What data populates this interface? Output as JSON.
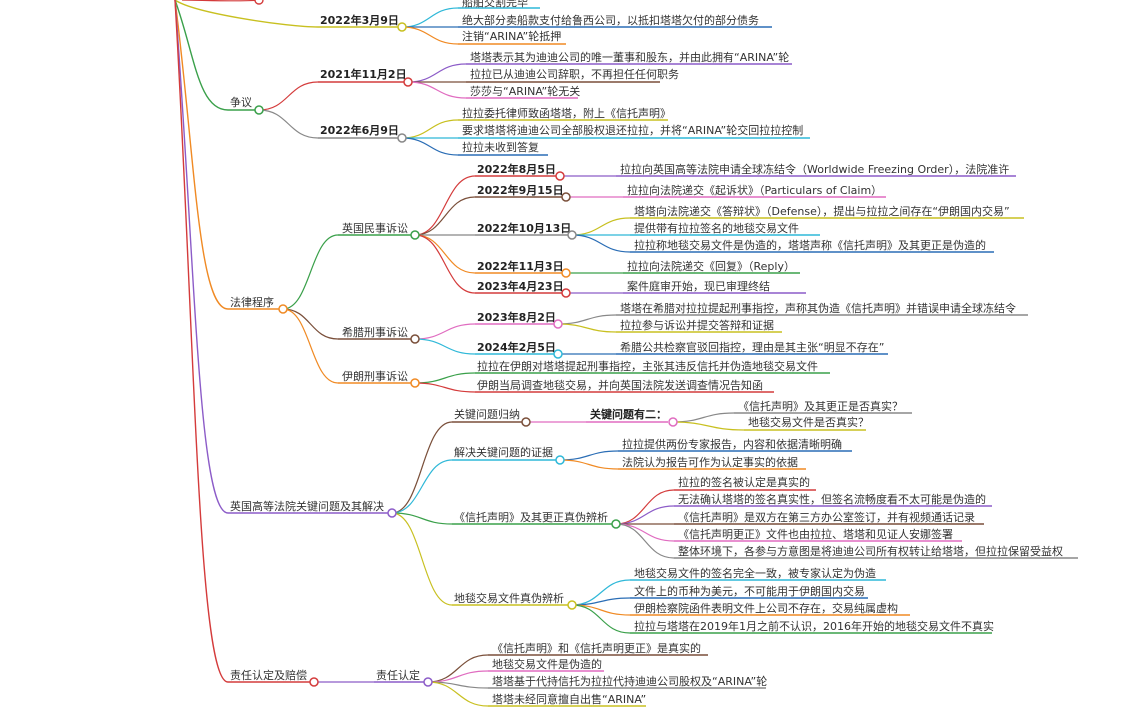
{
  "nodes": {
    "n0": {
      "text": "船舶交割完毕",
      "color": "#2fb8d8"
    },
    "n1": {
      "text": "2022年3月9日",
      "color": "#c8c020",
      "bold": true
    },
    "n2": {
      "text": "绝大部分卖船款支付给鲁西公司，以抵扣塔塔欠付的部分债务",
      "color": "#2a6db5"
    },
    "n3": {
      "text": "注销“ARINA”轮抵押",
      "color": "#f08a24"
    },
    "n4": {
      "text": "争议",
      "color": "#3aa04a"
    },
    "n5": {
      "text": "2021年11月2日",
      "color": "#d43b3b",
      "bold": true
    },
    "n6": {
      "text": "塔塔表示其为迪迪公司的唯一董事和股东，并由此拥有“ARINA”轮",
      "color": "#8c5cc8"
    },
    "n7": {
      "text": "拉拉已从迪迪公司辞职，不再担任任何职务",
      "color": "#7a4f3a"
    },
    "n8": {
      "text": "莎莎与“ARINA”轮无关",
      "color": "#e06cc0"
    },
    "n9": {
      "text": "2022年6月9日",
      "color": "#888888",
      "bold": true
    },
    "n10": {
      "text": "拉拉委托律师致函塔塔，附上《信托声明》",
      "color": "#c8c020"
    },
    "n11": {
      "text": "要求塔塔将迪迪公司全部股权退还拉拉，并将“ARINA”轮交回拉拉控制",
      "color": "#2fb8d8"
    },
    "n12": {
      "text": "拉拉未收到答复",
      "color": "#2a6db5"
    },
    "n13": {
      "text": "法律程序",
      "color": "#f08a24"
    },
    "n14": {
      "text": "英国民事诉讼",
      "color": "#3aa04a"
    },
    "n15": {
      "text": "2022年8月5日",
      "color": "#d43b3b",
      "bold": true
    },
    "n16": {
      "text": "拉拉向英国高等法院申请全球冻结令（Worldwide Freezing Order），法院准许",
      "color": "#8c5cc8"
    },
    "n17": {
      "text": "2022年9月15日",
      "color": "#7a4f3a",
      "bold": true
    },
    "n18": {
      "text": "拉拉向法院递交《起诉状》（Particulars of Claim）",
      "color": "#e06cc0"
    },
    "n19": {
      "text": "2022年10月13日",
      "color": "#888888",
      "bold": true
    },
    "n20": {
      "text": "塔塔向法院递交《答辩状》（Defense），提出与拉拉之间存在“伊朗国内交易”",
      "color": "#c8c020"
    },
    "n21": {
      "text": "提供带有拉拉签名的地毯交易文件",
      "color": "#2fb8d8"
    },
    "n22": {
      "text": "拉拉称地毯交易文件是伪造的，塔塔声称《信托声明》及其更正是伪造的",
      "color": "#2a6db5"
    },
    "n23": {
      "text": "2022年11月3日",
      "color": "#f08a24",
      "bold": true
    },
    "n24": {
      "text": "拉拉向法院递交《回复》（Reply）",
      "color": "#3aa04a"
    },
    "n25": {
      "text": "2023年4月23日",
      "color": "#d43b3b",
      "bold": true
    },
    "n26": {
      "text": "案件庭审开始，现已审理终结",
      "color": "#8c5cc8"
    },
    "n27": {
      "text": "希腊刑事诉讼",
      "color": "#7a4f3a"
    },
    "n28": {
      "text": "2023年8月2日",
      "color": "#e06cc0",
      "bold": true
    },
    "n29": {
      "text": "塔塔在希腊对拉拉提起刑事指控，声称其伪造《信托声明》并错误申请全球冻结令",
      "color": "#888888"
    },
    "n30": {
      "text": "拉拉参与诉讼并提交答辩和证据",
      "color": "#c8c020"
    },
    "n31": {
      "text": "2024年2月5日",
      "color": "#2fb8d8",
      "bold": true
    },
    "n32": {
      "text": "希腊公共检察官驳回指控，理由是其主张“明显不存在”",
      "color": "#2a6db5"
    },
    "n33": {
      "text": "伊朗刑事诉讼",
      "color": "#f08a24"
    },
    "n34": {
      "text": "拉拉在伊朗对塔塔提起刑事指控，主张其违反信托并伪造地毯交易文件",
      "color": "#3aa04a"
    },
    "n35": {
      "text": "伊朗当局调查地毯交易，并向英国法院发送调查情况告知函",
      "color": "#d43b3b"
    },
    "n36": {
      "text": "英国高等法院关键问题及其解决",
      "color": "#8c5cc8"
    },
    "n37": {
      "text": "关键问题归纳",
      "color": "#7a4f3a"
    },
    "n38": {
      "text": "关键问题有二：",
      "color": "#e06cc0",
      "bold": true
    },
    "n39": {
      "text": "《信托声明》及其更正是否真实？",
      "color": "#888888"
    },
    "n40": {
      "text": "地毯交易文件是否真实？",
      "color": "#c8c020"
    },
    "n41": {
      "text": "解决关键问题的证据",
      "color": "#2fb8d8"
    },
    "n42": {
      "text": "拉拉提供两份专家报告，内容和依据清晰明确",
      "color": "#2a6db5"
    },
    "n43": {
      "text": "法院认为报告可作为认定事实的依据",
      "color": "#f08a24"
    },
    "n44": {
      "text": "《信托声明》及其更正真伪辨析",
      "color": "#3aa04a"
    },
    "n45": {
      "text": "拉拉的签名被认定是真实的",
      "color": "#d43b3b"
    },
    "n46": {
      "text": "无法确认塔塔的签名真实性，但签名流畅度看不太可能是伪造的",
      "color": "#8c5cc8"
    },
    "n47": {
      "text": "《信托声明》是双方在第三方办公室签订，并有视频通话记录",
      "color": "#7a4f3a"
    },
    "n48": {
      "text": "《信托声明更正》文件也由拉拉、塔塔和见证人安娜签署",
      "color": "#e06cc0"
    },
    "n49": {
      "text": "整体环境下，各参与方意图是将迪迪公司所有权转让给塔塔，但拉拉保留受益权",
      "color": "#888888"
    },
    "n50": {
      "text": "地毯交易文件真伪辨析",
      "color": "#c8c020"
    },
    "n51": {
      "text": "地毯交易文件的签名完全一致，被专家认定为伪造",
      "color": "#2fb8d8"
    },
    "n52": {
      "text": "文件上的币种为美元，不可能用于伊朗国内交易",
      "color": "#2a6db5"
    },
    "n53": {
      "text": "伊朗检察院函件表明文件上公司不存在，交易纯属虚构",
      "color": "#f08a24"
    },
    "n54": {
      "text": "拉拉与塔塔在2019年1月之前不认识，2016年开始的地毯交易文件不真实",
      "color": "#3aa04a"
    },
    "n55": {
      "text": "责任认定及赔偿",
      "color": "#d43b3b"
    },
    "n56": {
      "text": "责任认定",
      "color": "#8c5cc8"
    },
    "n57": {
      "text": "《信托声明》和《信托声明更正》是真实的",
      "color": "#7a4f3a"
    },
    "n58": {
      "text": "地毯交易文件是伪造的",
      "color": "#e06cc0"
    },
    "n59": {
      "text": "塔塔基于代持信托为拉拉代持迪迪公司股权及“ARINA”轮",
      "color": "#888888"
    },
    "n60": {
      "text": "塔塔未经同意擅自出售“ARINA”",
      "color": "#c8c020"
    }
  }
}
